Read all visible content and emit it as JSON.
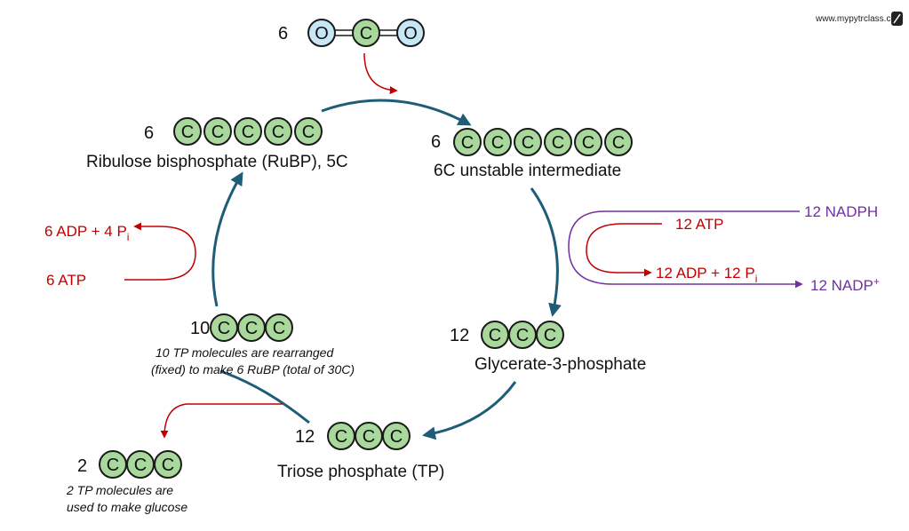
{
  "colors": {
    "carbon_fill": "#a9d89c",
    "oxygen_fill": "#c7e7f7",
    "cycle_arrow": "#1f5c78",
    "red": "#c00000",
    "purple": "#7030a0"
  },
  "watermark": "www.mypytrclass.com",
  "co2": {
    "count": "6",
    "atoms": [
      "O",
      "C",
      "O"
    ]
  },
  "rubp": {
    "count": "6",
    "atoms": [
      "C",
      "C",
      "C",
      "C",
      "C"
    ],
    "name": "Ribulose bisphosphate (RuBP), 5C"
  },
  "intermediate": {
    "count": "6",
    "atoms": [
      "C",
      "C",
      "C",
      "C",
      "C",
      "C"
    ],
    "name": "6C unstable intermediate"
  },
  "g3p": {
    "count": "12",
    "atoms": [
      "C",
      "C",
      "C"
    ],
    "name": "Glycerate-3-phosphate"
  },
  "tp": {
    "count": "12",
    "atoms": [
      "C",
      "C",
      "C"
    ],
    "name": "Triose phosphate (TP)"
  },
  "regen": {
    "count": "10",
    "atoms": [
      "C",
      "C",
      "C"
    ],
    "note_line1": "10 TP molecules are rearranged",
    "note_line2": "(fixed) to make 6 RuBP (total of 30C)"
  },
  "glucose": {
    "count": "2",
    "atoms": [
      "C",
      "C",
      "C"
    ],
    "note_line1": "2 TP molecules are",
    "note_line2": "used to make glucose"
  },
  "left_energy": {
    "product": "6 ADP + 4 P",
    "product_sub": "i",
    "input": "6 ATP"
  },
  "right_energy": {
    "atp": "12 ATP",
    "adp": "12 ADP + 12 P",
    "adp_sub": "i",
    "nadph": "12 NADPH",
    "nadp": "12 NADP",
    "nadp_sup": "+"
  }
}
